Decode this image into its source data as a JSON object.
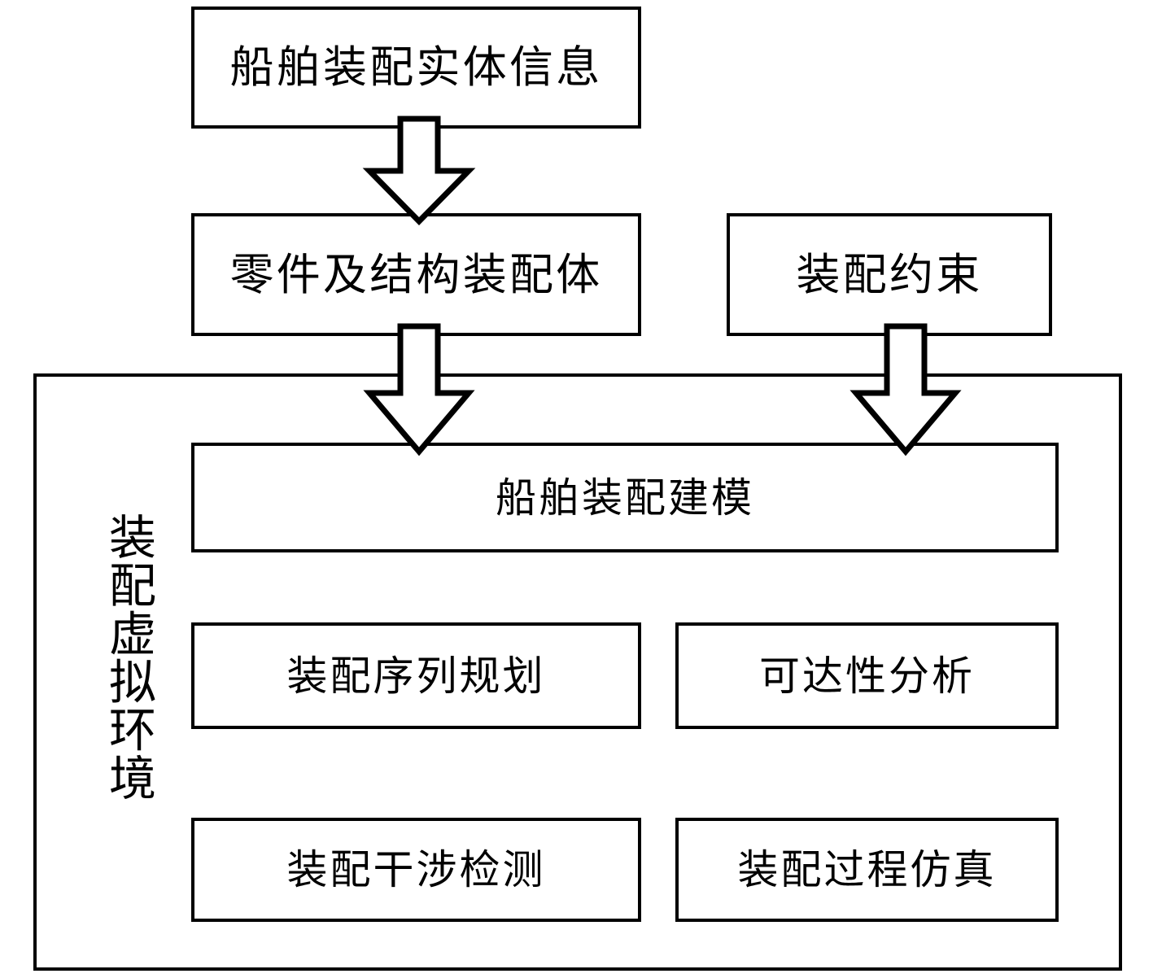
{
  "diagram": {
    "title_text": "",
    "colors": {
      "stroke": "#000000",
      "fill": "#ffffff",
      "text": "#000000"
    },
    "nodes": {
      "entity_info": "船舶装配实体信息",
      "part_assembly": "零件及结构装配体",
      "assembly_constraint": "装配约束",
      "assembly_modeling": "船舶装配建模",
      "sequence_planning": "装配序列规划",
      "accessibility_analysis": "可达性分析",
      "interference_detection": "装配干涉检测",
      "process_simulation": "装配过程仿真"
    },
    "container": {
      "caption": "装配虚拟环境"
    },
    "arrows": [
      {
        "name": "entity-info-to-part-assembly",
        "from": "船舶装配实体信息",
        "to": "零件及结构装配体",
        "style": "hollow-block-arrow",
        "direction": "down"
      },
      {
        "name": "part-assembly-to-modeling",
        "from": "零件及结构装配体",
        "to": "船舶装配建模",
        "style": "hollow-block-arrow",
        "direction": "down"
      },
      {
        "name": "constraint-to-modeling",
        "from": "装配约束",
        "to": "船舶装配建模",
        "style": "hollow-block-arrow",
        "direction": "down"
      }
    ]
  }
}
